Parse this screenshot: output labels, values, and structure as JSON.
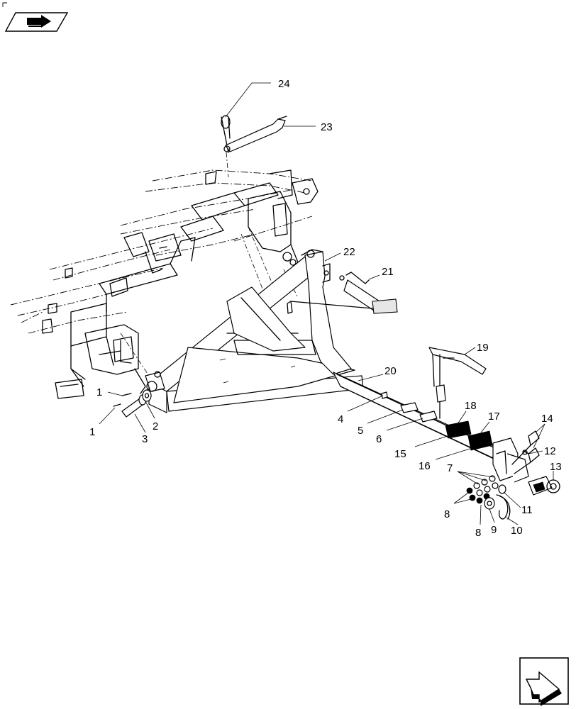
{
  "callouts": [
    {
      "id": "c24",
      "text": "24"
    },
    {
      "id": "c23",
      "text": "23"
    },
    {
      "id": "c22",
      "text": "22"
    },
    {
      "id": "c21",
      "text": "21"
    },
    {
      "id": "c20",
      "text": "20"
    },
    {
      "id": "c19",
      "text": "19"
    },
    {
      "id": "c18",
      "text": "18"
    },
    {
      "id": "c17",
      "text": "17"
    },
    {
      "id": "c16",
      "text": "16"
    },
    {
      "id": "c15",
      "text": "15"
    },
    {
      "id": "c14",
      "text": "14"
    },
    {
      "id": "c13",
      "text": "13"
    },
    {
      "id": "c12",
      "text": "12"
    },
    {
      "id": "c11",
      "text": "11"
    },
    {
      "id": "c10",
      "text": "10"
    },
    {
      "id": "c9",
      "text": "9"
    },
    {
      "id": "c8a",
      "text": "8"
    },
    {
      "id": "c8b",
      "text": "8"
    },
    {
      "id": "c7",
      "text": "7"
    },
    {
      "id": "c6",
      "text": "6"
    },
    {
      "id": "c5",
      "text": "5"
    },
    {
      "id": "c4",
      "text": "4"
    },
    {
      "id": "c3",
      "text": "3"
    },
    {
      "id": "c2",
      "text": "2"
    },
    {
      "id": "c1a",
      "text": "1"
    },
    {
      "id": "c1b",
      "text": "1"
    }
  ],
  "icons": {
    "top_left": "book-arrow-icon",
    "bottom_right": "next-page-arrow-icon"
  },
  "colors": {
    "ink": "#000000",
    "paper": "#ffffff"
  }
}
